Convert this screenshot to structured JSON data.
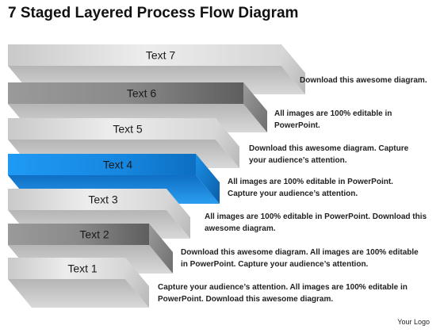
{
  "title": "7 Staged Layered Process Flow Diagram",
  "steps": [
    {
      "label": "Text 7",
      "description": "Download this awesome diagram.",
      "highlight": false
    },
    {
      "label": "Text 6",
      "description": "All images are 100% editable in PowerPoint.",
      "highlight": false
    },
    {
      "label": "Text 5",
      "description": "Download this awesome diagram. Capture your audience’s attention.",
      "highlight": false
    },
    {
      "label": "Text 4",
      "description": "All images are 100% editable in PowerPoint. Capture your audience’s attention.",
      "highlight": true
    },
    {
      "label": "Text 3",
      "description": "All images are 100% editable in PowerPoint. Download this awesome diagram.",
      "highlight": false
    },
    {
      "label": "Text 2",
      "description": "Download this awesome diagram. All images are 100% editable in PowerPoint. Capture your audience’s attention.",
      "highlight": false
    },
    {
      "label": "Text 1",
      "description": "Capture your audience’s attention. All images are 100% editable in PowerPoint. Download this awesome diagram.",
      "highlight": false
    }
  ],
  "logo": "Your Logo",
  "colors": {
    "highlight": "#1a8be8",
    "bar_light": "#e6e6e6",
    "bar_dark": "#8a8a8a",
    "side_light": "#c8c8c8",
    "side_dark": "#7c7c7c"
  }
}
